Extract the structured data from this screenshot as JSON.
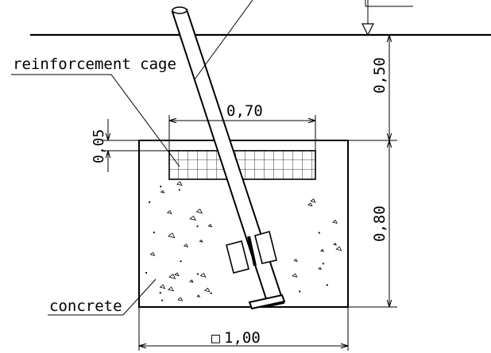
{
  "labels": {
    "reinforcement": "reinforcement cage",
    "concrete": "concrete"
  },
  "dimensions": {
    "depth_top": "0,50",
    "cage_width": "0,70",
    "cage_offset": "0,05",
    "foundation_depth": "0,80",
    "foundation_width_symbol": "□",
    "foundation_width": "1,00"
  },
  "colors": {
    "line": "#000000",
    "background": "#ffffff"
  },
  "icons": [
    "level-triangle-icon",
    "square-section-symbol"
  ]
}
